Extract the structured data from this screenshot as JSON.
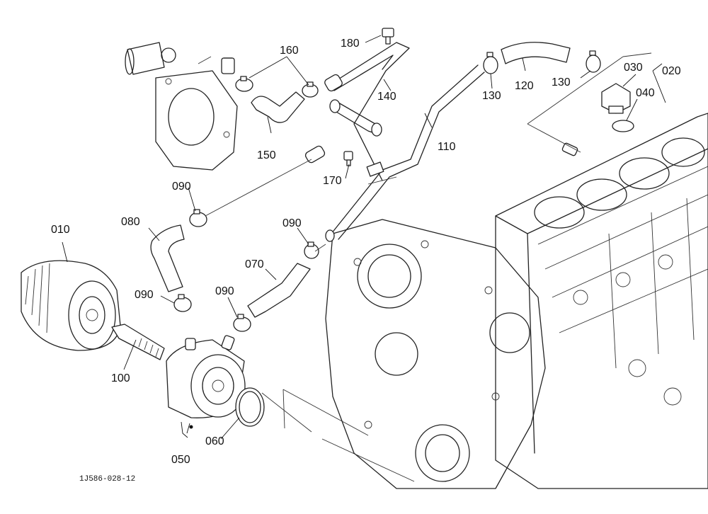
{
  "callouts": {
    "p180": "180",
    "p160": "160",
    "p140": "140",
    "p150": "150",
    "p110": "110",
    "p130a": "130",
    "p120": "120",
    "p130b": "130",
    "p030": "030",
    "p020": "020",
    "p040": "040",
    "p170": "170",
    "p090a": "090",
    "p080": "080",
    "p010": "010",
    "p090b": "090",
    "p070": "070",
    "p090c": "090",
    "p090d": "090",
    "p100": "100",
    "p060": "060",
    "p050": "050"
  },
  "reference_code": "1J586-028-12"
}
